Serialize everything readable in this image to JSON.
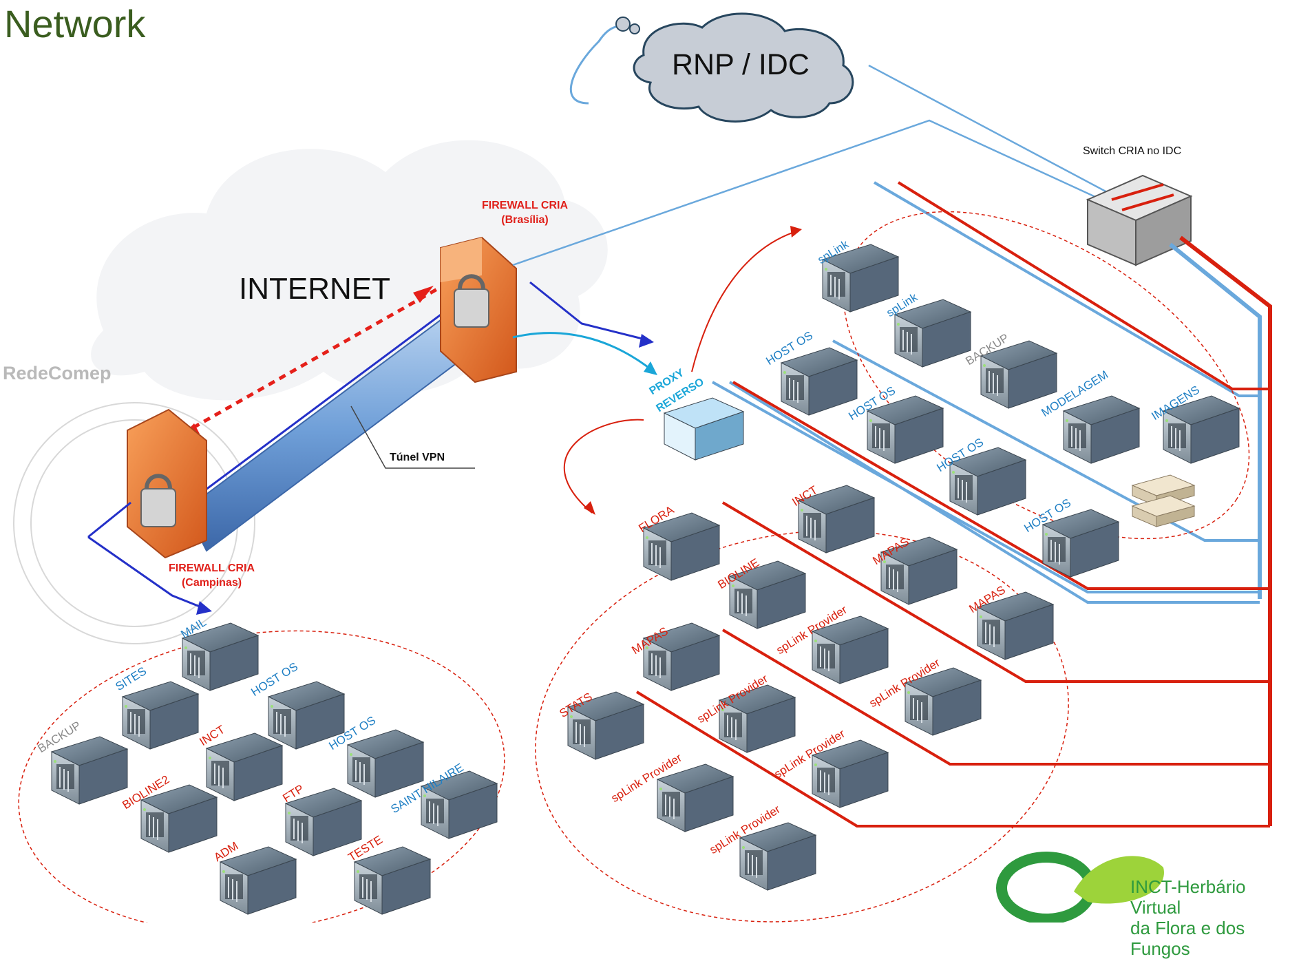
{
  "title": "Network",
  "cloud_label": "RNP / IDC",
  "internet_label": "INTERNET",
  "switch_label": "Switch CRIA no IDC",
  "firewall_brasilia": {
    "line1": "FIREWALL CRIA",
    "line2": "(Brasília)"
  },
  "firewall_campinas": {
    "line1": "FIREWALL CRIA",
    "line2": "(Campinas)"
  },
  "vpn_label": "Túnel VPN",
  "redecomep_label": "RedeComep",
  "proxy_label": {
    "line1": "PROXY",
    "line2": "REVERSO"
  },
  "logo": {
    "line1": "INCT-Herbário Virtual",
    "line2": "da Flora e dos Fungos"
  },
  "campinas_servers": {
    "mail": "MAIL",
    "sites": "SITES",
    "host_os_1": "HOST OS",
    "backup": "BACKUP",
    "inct": "INCT",
    "host_os_2": "HOST OS",
    "bioline2": "BIOLINE2",
    "ftp": "FTP",
    "saint_hilaire": "SAINT HILAIRE",
    "adm": "ADM",
    "teste": "TESTE"
  },
  "idc_blue_servers": {
    "splink_1": "spLink",
    "splink_2": "spLink",
    "host_os_1": "HOST OS",
    "backup": "BACKUP",
    "host_os_2": "HOST OS",
    "modelagem": "MODELAGEM",
    "imagens": "IMAGENS",
    "host_os_3": "HOST OS",
    "host_os_4": "HOST OS"
  },
  "idc_red_servers": {
    "inct": "INCT",
    "flora": "FLORA",
    "mapas_1": "MAPAS",
    "bioline": "BIOLINE",
    "mapas_2": "MAPAS",
    "mapas_3": "MAPAS",
    "splink_provider_1": "spLink Provider",
    "stats": "STATS",
    "splink_provider_2": "spLink Provider",
    "splink_provider_3": "spLink Provider",
    "splink_provider_4": "spLink Provider",
    "splink_provider_5": "spLink Provider",
    "splink_provider_6": "spLink Provider"
  },
  "colors": {
    "title_green": "#3a5d1f",
    "red_label": "#d8200e",
    "blue_label": "#1f7fc4",
    "gray_label": "#8a8a8a",
    "cyan_label": "#1aa6d8",
    "red_link": "#cc1f10",
    "blue_link": "#6aa8dc",
    "tunnel": "#6f9fd8",
    "firewall": "#f07a2c"
  }
}
